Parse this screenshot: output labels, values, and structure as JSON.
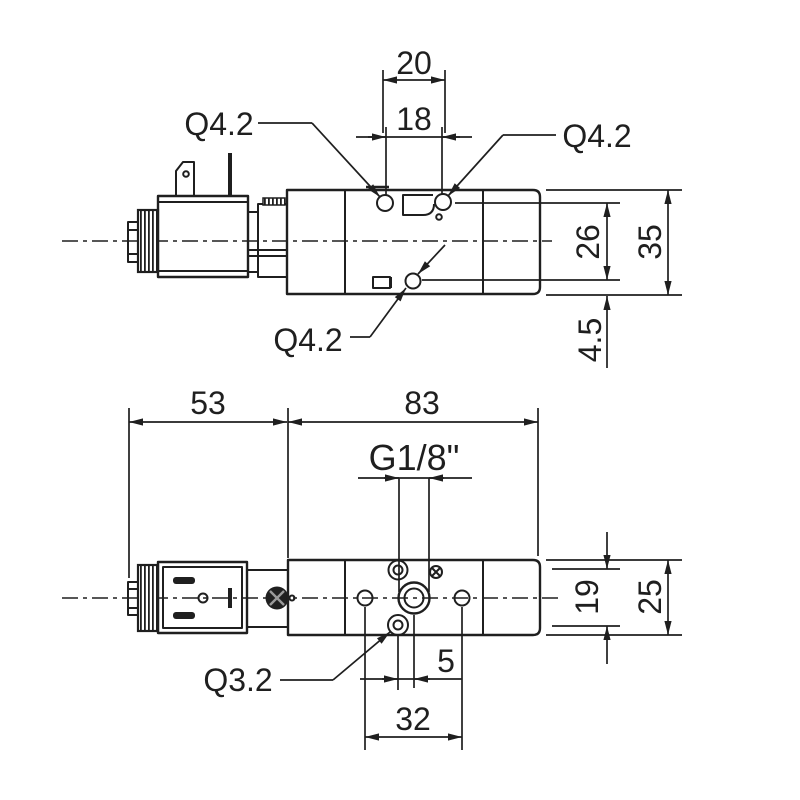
{
  "drawing": {
    "background_color": "#ffffff",
    "line_color": "#1f1f1f",
    "top_view": {
      "dim_hole_spacing_outer": "20",
      "dim_hole_spacing": "18",
      "callout_left_hole": "Q4.2",
      "callout_right_hole": "Q4.2",
      "callout_bottom_hole": "Q4.2",
      "dim_height_inner": "26",
      "dim_height_overall": "35",
      "dim_bottom_offset": "4.5"
    },
    "bottom_view": {
      "dim_solenoid_length": "53",
      "dim_body_length": "83",
      "port_thread_label": "G1/8\"",
      "callout_bottom_port": "Q3.2",
      "dim_width_inner": "19",
      "dim_width_overall": "25",
      "dim_port_offset": "5",
      "dim_port_spacing": "32"
    }
  }
}
